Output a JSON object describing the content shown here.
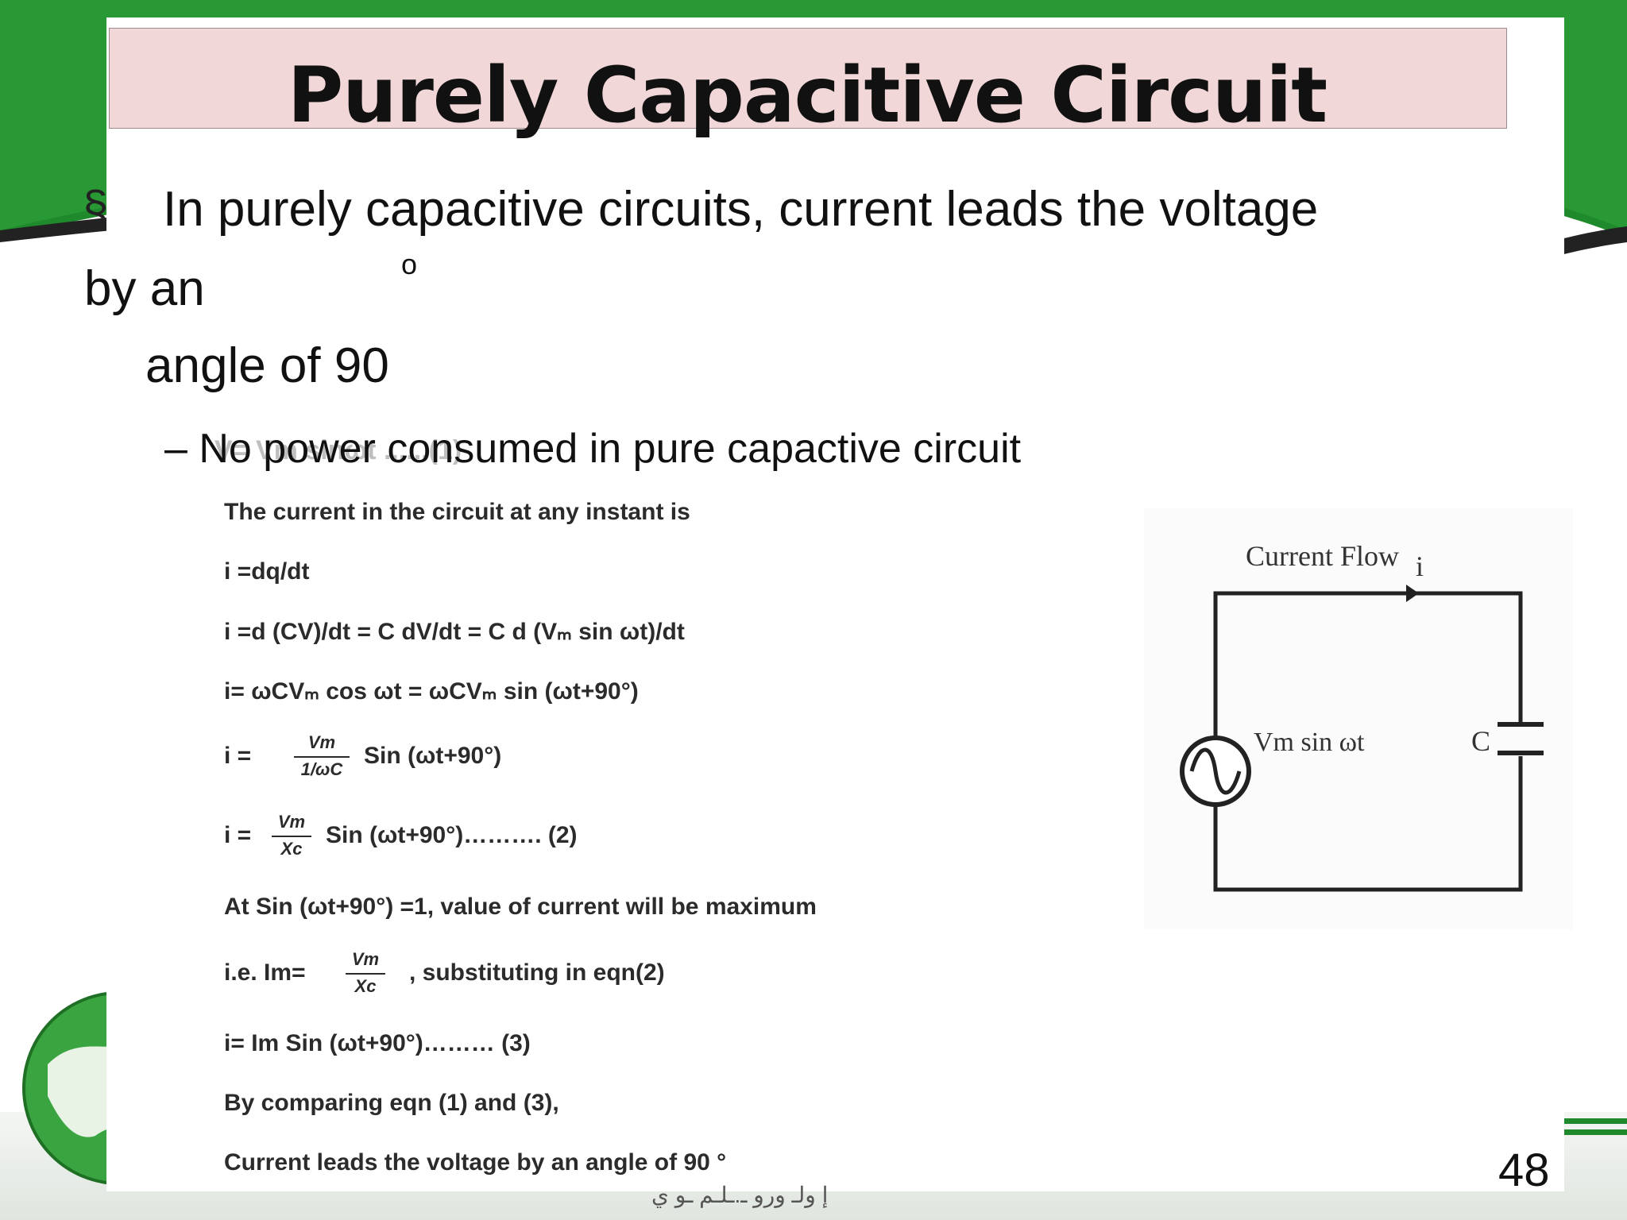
{
  "slide": {
    "title": "Purely Capacitive Circuit",
    "bullet_symbol": "§",
    "line1": "In purely capacitive circuits, current leads the voltage",
    "line2": "by an",
    "degree": "o",
    "line3": "angle of 90",
    "sub_bullet": "– No power consumed in pure capactive circuit",
    "ghost_text": "V= Vm sinωt ......(1)",
    "page_number": "48",
    "footer_text": "إ ولـ ورو ـ.ـلـم ـو ي"
  },
  "equations": [
    "The current in the circuit at any instant is",
    "i =dq/dt",
    "i =d (CV)/dt = C dV/dt = C d (Vₘ sin ωt)/dt",
    "i= ωCVₘ cos ωt = ωCVₘ sin (ωt+90°)",
    "i =",
    "Sin (ωt+90°)",
    "i =",
    "Sin (ωt+90°)………. (2)",
    "At Sin (ωt+90°) =1, value of current will be maximum",
    "i.e. Im=",
    ", substituting in eqn(2)",
    "i= Im Sin (ωt+90°)……… (3)",
    "By comparing eqn (1) and (3),",
    "Current leads the voltage by an angle of 90 °"
  ],
  "fractions": {
    "f1_num": "Vm",
    "f1_den": "1/ωC",
    "f2_num": "Vm",
    "f2_den": "Xc",
    "f3_num": "Vm",
    "f3_den": "Xc"
  },
  "circuit": {
    "current_label": "Current Flow",
    "current_symbol": "i",
    "source_label": "Vm sin ωt",
    "capacitor_label": "C"
  },
  "colors": {
    "theme_green": "#1f8a2b",
    "title_bg": "#f2d7d9"
  }
}
